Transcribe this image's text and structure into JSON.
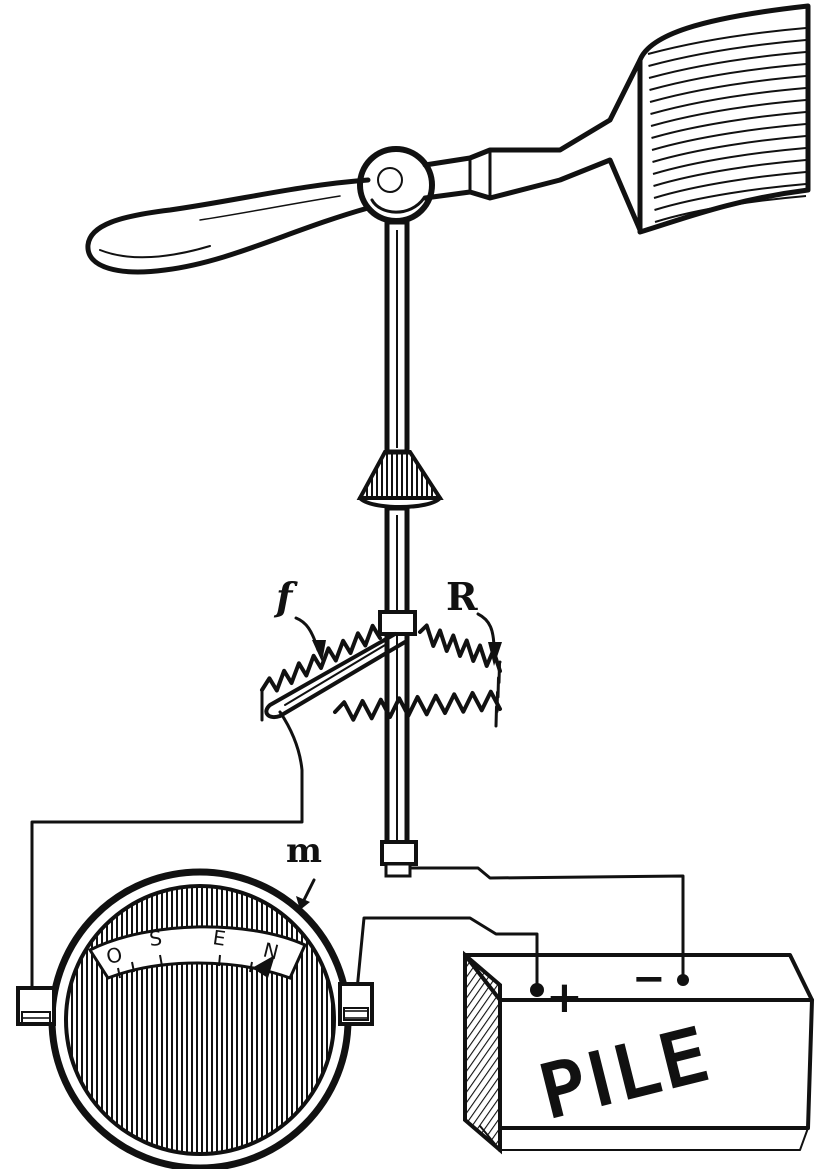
{
  "labels": {
    "spring_f": "f",
    "spring_r": "R",
    "meter": "m",
    "positive": "+",
    "negative": "−",
    "pile": "PILE"
  },
  "meter_scale": [
    "O",
    "S",
    "E",
    "N"
  ],
  "colors": {
    "ink": "#111111",
    "paper": "#ffffff"
  }
}
